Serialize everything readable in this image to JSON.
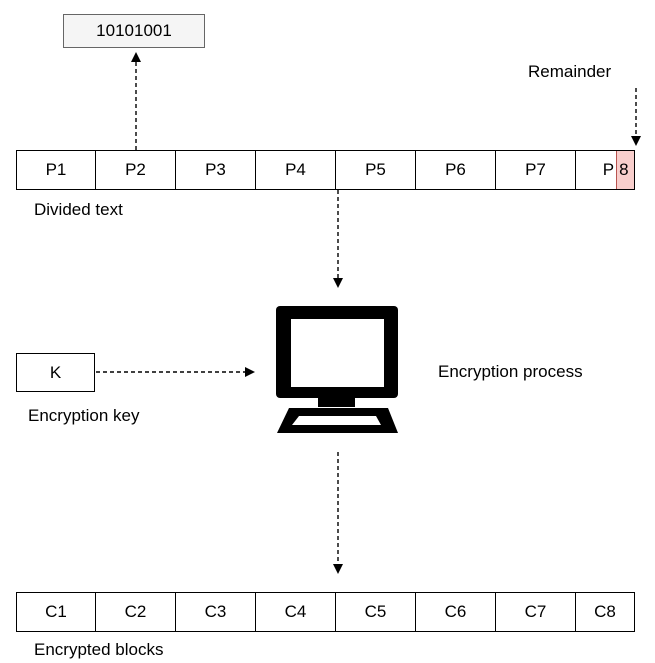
{
  "binary_value": "10101001",
  "remainder_label": "Remainder",
  "plaintext_row": {
    "cells": [
      "P1",
      "P2",
      "P3",
      "P4",
      "P5",
      "P6",
      "P7"
    ],
    "split_cell_left": "P",
    "split_cell_right": "8",
    "caption": "Divided text"
  },
  "key": {
    "value": "K",
    "caption": "Encryption key"
  },
  "process_label": "Encryption process",
  "ciphertext_row": {
    "cells": [
      "C1",
      "C2",
      "C3",
      "C4",
      "C5",
      "C6",
      "C7",
      "C8"
    ],
    "caption": "Encrypted blocks"
  },
  "colors": {
    "remainder_fill": "#f8cecc",
    "remainder_border": "#b85450"
  }
}
